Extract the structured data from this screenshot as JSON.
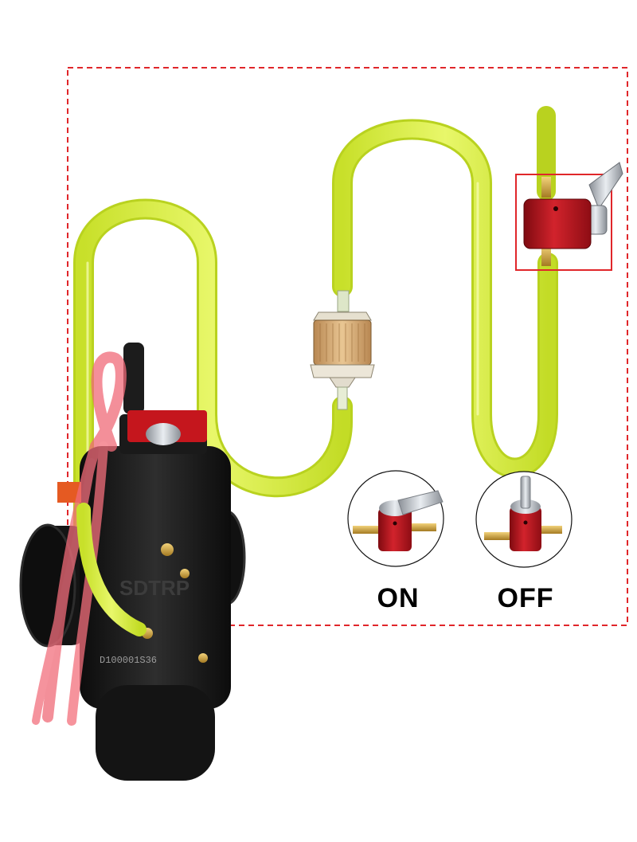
{
  "scene": {
    "brand_logo": "SDTRP",
    "serial_number": "D100001S36",
    "states": [
      {
        "label": "ON",
        "handle": "horizontal"
      },
      {
        "label": "OFF",
        "handle": "vertical"
      }
    ],
    "colors": {
      "fuel_hose": "#d9ef3a",
      "valve_body": "#b3121c",
      "carb_body": "#1b1b1b",
      "callout_border": "#e0262a"
    }
  }
}
